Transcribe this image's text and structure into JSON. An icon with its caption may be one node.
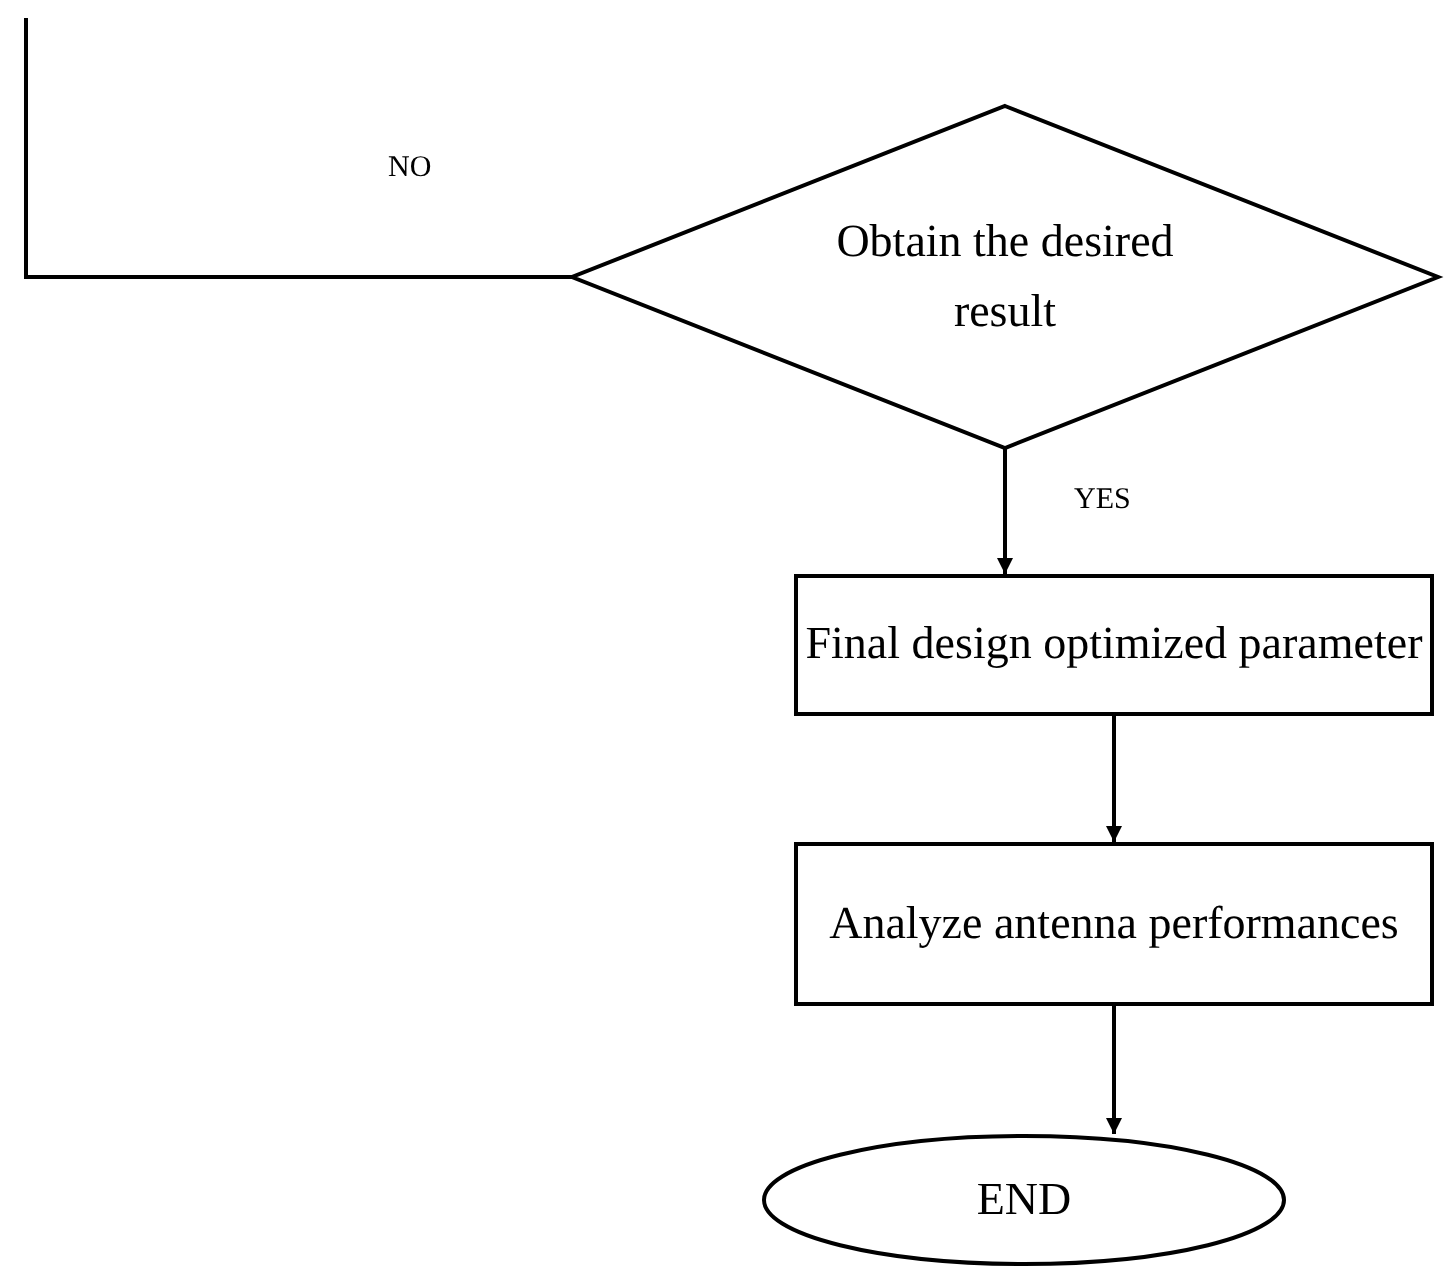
{
  "diagram": {
    "nodes": [
      {
        "text": [
          "Obtain the desired result"
        ]
      },
      {
        "text": [
          "Final design optimized parameter"
        ]
      },
      {
        "text": [
          "Analyze antenna performances"
        ]
      },
      {
        "text": [
          "END"
        ]
      }
    ],
    "edges": [
      {
        "from": 0,
        "to": null,
        "arrow": "none",
        "label": "NO"
      },
      {
        "from": 0,
        "to": 1,
        "arrow": "to",
        "label": "YES"
      },
      {
        "from": 1,
        "to": 2,
        "arrow": "to"
      },
      {
        "from": 2,
        "to": 3,
        "arrow": "to"
      }
    ]
  }
}
